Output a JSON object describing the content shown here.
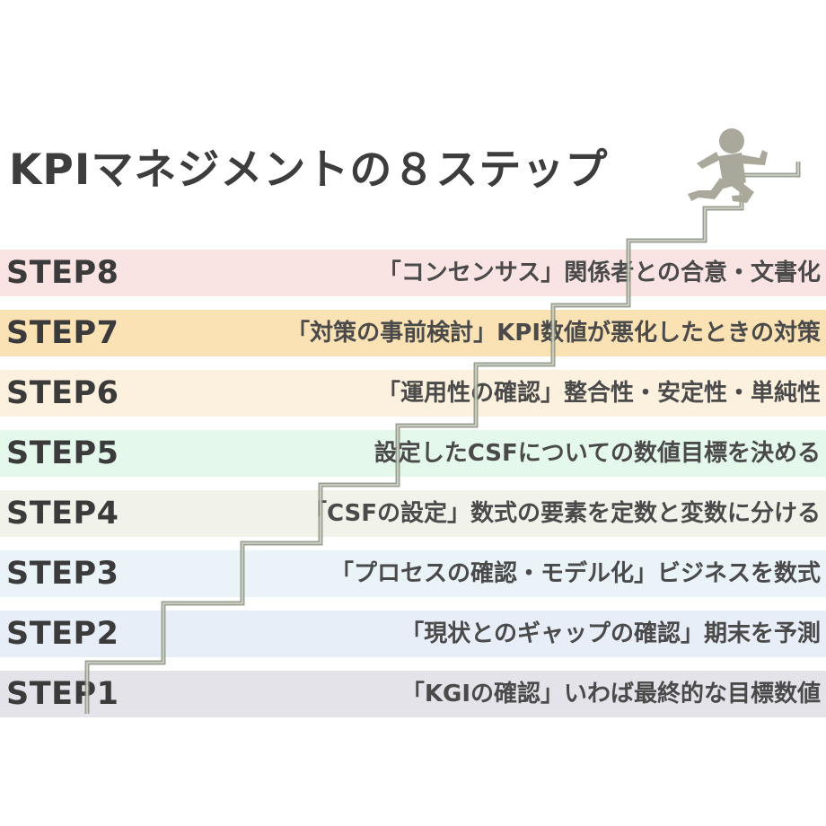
{
  "title": "KPIマネジメントの８ステップ",
  "colors": {
    "stair_line": "#8a917f",
    "runner": "#a9a89a",
    "label_text": "#3b3b3b",
    "desc_text": "#4a4a4a"
  },
  "steps": [
    {
      "label": "STEP8",
      "description": "「コンセンサス」関係者との合意・文書化",
      "color": "#f9e3e3"
    },
    {
      "label": "STEP7",
      "description": "「対策の事前検討」KPI数値が悪化したときの対策",
      "color": "#fbe2b4"
    },
    {
      "label": "STEP6",
      "description": "「運用性の確認」整合性・安定性・単純性",
      "color": "#fcf0de"
    },
    {
      "label": "STEP5",
      "description": "設定したCSFについての数値目標を決める",
      "color": "#e5f8ec"
    },
    {
      "label": "STEP4",
      "description": "「CSFの設定」数式の要素を定数と変数に分ける",
      "color": "#f1f3ea"
    },
    {
      "label": "STEP3",
      "description": "「プロセスの確認・モデル化」ビジネスを数式",
      "color": "#e9f3f8"
    },
    {
      "label": "STEP2",
      "description": "「現状とのギャップの確認」期末を予測",
      "color": "#e8eef8"
    },
    {
      "label": "STEP1",
      "description": "「KGIの確認」いわば最終的な目標数値",
      "color": "#e5e3ea"
    }
  ]
}
